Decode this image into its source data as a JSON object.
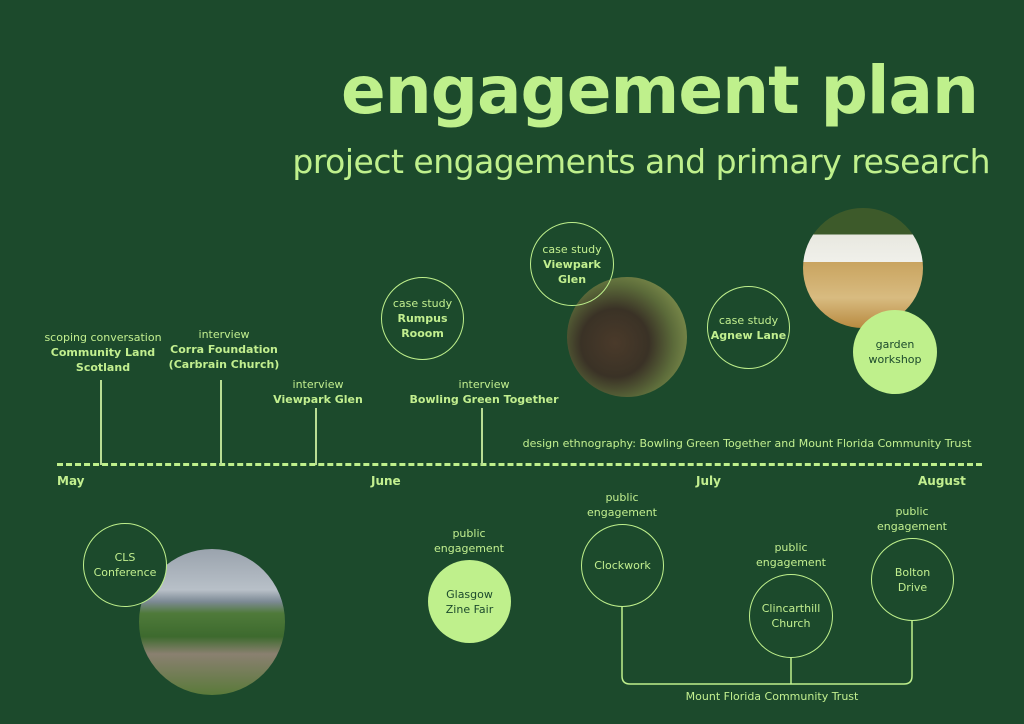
{
  "header": {
    "title": "engagement plan",
    "subtitle": "project engagements and primary research"
  },
  "timeline": {
    "months": [
      "May",
      "June",
      "July",
      "August"
    ]
  },
  "above": {
    "scoping": {
      "type": "scoping conversation",
      "name1": "Community Land",
      "name2": "Scotland"
    },
    "corra": {
      "type": "interview",
      "name1": "Corra Foundation",
      "name2": "(Carbrain Church)"
    },
    "viewpark_interview": {
      "type": "interview",
      "name": "Viewpark Glen"
    },
    "bowling_interview": {
      "type": "interview",
      "name": "Bowling Green Together"
    },
    "rumpus": {
      "type": "case study",
      "name1": "Rumpus",
      "name2": "Rooom"
    },
    "viewpark_case": {
      "type": "case study",
      "name1": "Viewpark",
      "name2": "Glen"
    },
    "agnew": {
      "type": "case study",
      "name": "Agnew Lane"
    },
    "garden": {
      "line1": "garden",
      "line2": "workshop"
    },
    "ethnography": "design ethnography: Bowling Green Together and Mount Florida Community Trust"
  },
  "below": {
    "cls": {
      "line1": "CLS",
      "line2": "Conference"
    },
    "zine": {
      "type1": "public",
      "type2": "engagement",
      "line1": "Glasgow",
      "line2": "Zine Fair"
    },
    "clockwork": {
      "type1": "public",
      "type2": "engagement",
      "name": "Clockwork"
    },
    "clincarthill": {
      "type1": "public",
      "type2": "engagement",
      "line1": "Clincarthill",
      "line2": "Church"
    },
    "bolton": {
      "type1": "public",
      "type2": "engagement",
      "line1": "Bolton",
      "line2": "Drive"
    },
    "group_label": "Mount Florida Community Trust"
  },
  "colors": {
    "background": "#1c4a2c",
    "accent": "#bff08c"
  }
}
